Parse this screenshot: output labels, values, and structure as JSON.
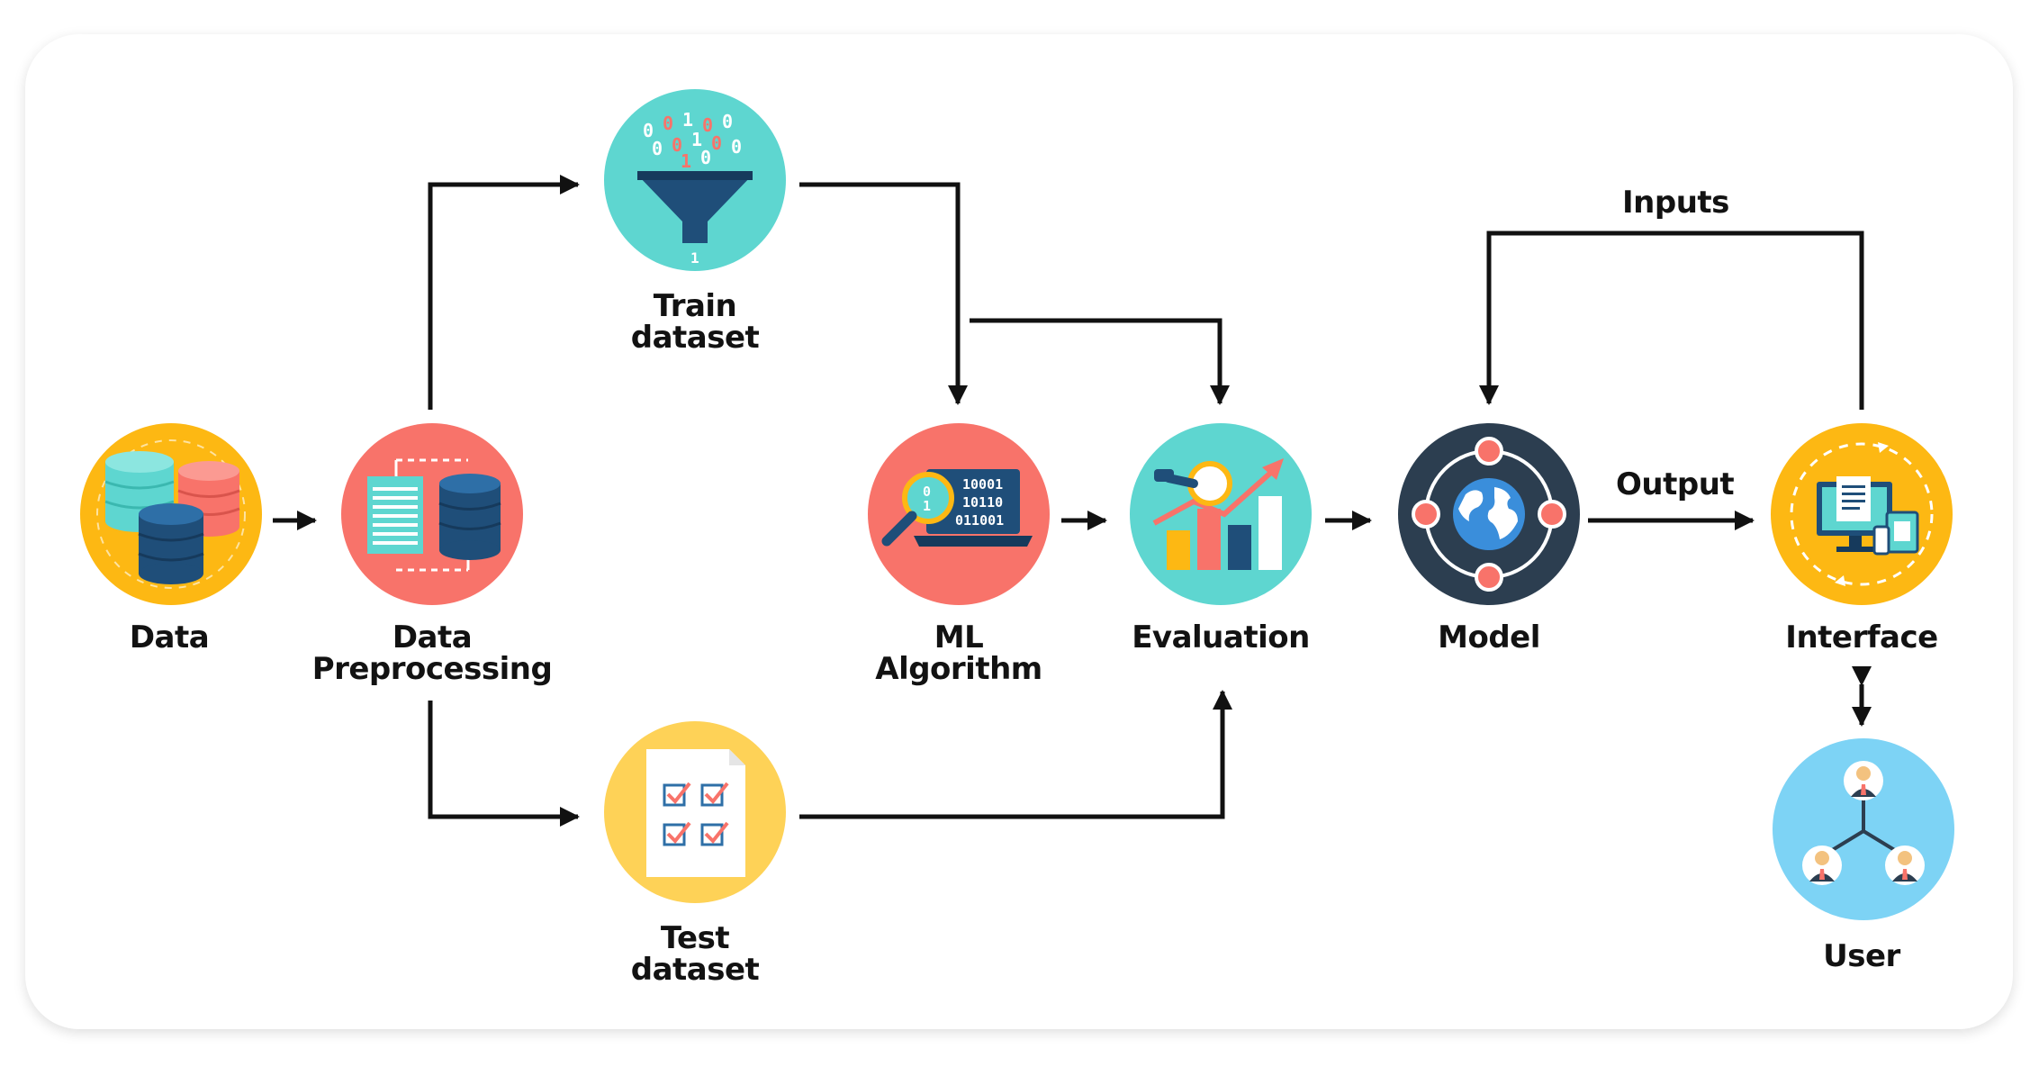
{
  "nodes": {
    "data": {
      "label": "Data",
      "color": "#FDB813"
    },
    "preprocessing": {
      "label": "Data\nPreprocessing",
      "color": "#F8736A"
    },
    "train": {
      "label": "Train\ndataset",
      "color": "#5ED6D0"
    },
    "test": {
      "label": "Test\ndataset",
      "color": "#FED257"
    },
    "ml": {
      "label": "ML\nAlgorithm",
      "color": "#F8736A"
    },
    "evaluation": {
      "label": "Evaluation",
      "color": "#5ED6D0"
    },
    "model": {
      "label": "Model",
      "color": "#2C3E50"
    },
    "interface": {
      "label": "Interface",
      "color": "#FDB813"
    },
    "user": {
      "label": "User",
      "color": "#7DD3F5"
    }
  },
  "edges": {
    "inputs": "Inputs",
    "output": "Output"
  },
  "icons": {
    "ml_binary": [
      "10001",
      "10110",
      "011001",
      "1",
      "0"
    ],
    "train_binary": [
      "0",
      "1",
      "0",
      "1",
      "0",
      "0",
      "1",
      "0",
      "1",
      "0",
      "1",
      "0"
    ]
  }
}
